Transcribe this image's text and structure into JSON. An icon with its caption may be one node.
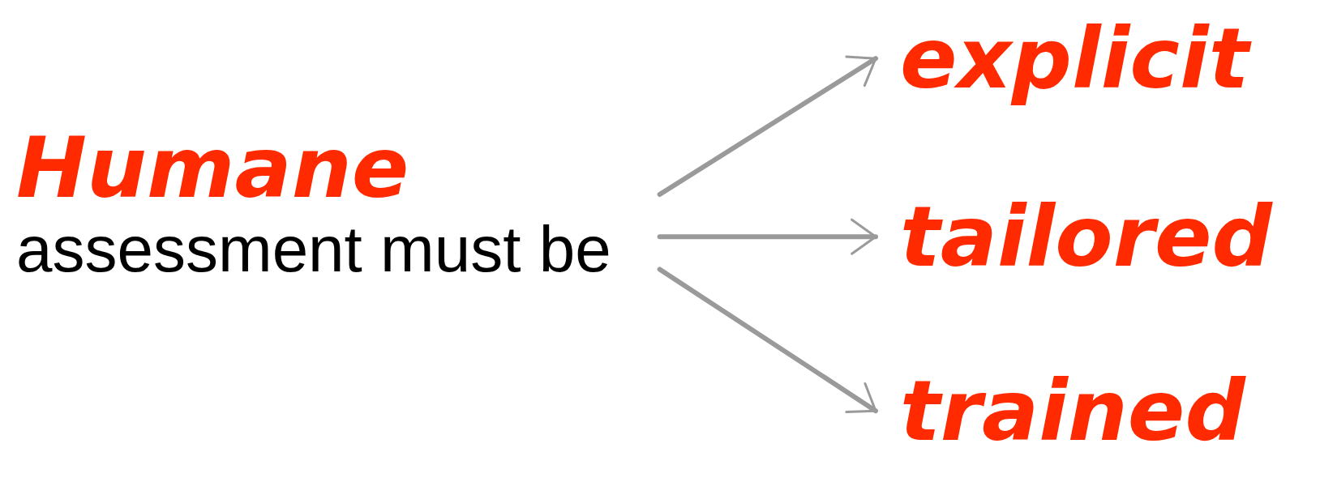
{
  "diagram": {
    "nodes": [
      {
        "text": [
          "Humane",
          "assessment must be"
        ]
      },
      {
        "text": [
          "explicit"
        ]
      },
      {
        "text": [
          "tailored"
        ]
      },
      {
        "text": [
          "trained"
        ]
      }
    ],
    "edges": [
      {
        "from": 0,
        "to": 1,
        "arrow": "to"
      },
      {
        "from": 0,
        "to": 2,
        "arrow": "to"
      },
      {
        "from": 0,
        "to": 3,
        "arrow": "to"
      }
    ]
  }
}
